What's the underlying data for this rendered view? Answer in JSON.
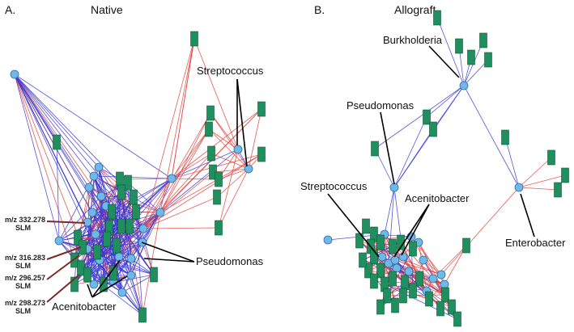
{
  "panels": [
    {
      "letter": "A.",
      "title": "Native",
      "callouts": {
        "streptococcus": "Streptococcus",
        "pseudomonas": "Pseudomonas",
        "acenitobacter": "Acenitobacter"
      },
      "mz_labels": [
        {
          "mz": "m/z 332.278",
          "sub": "SLM"
        },
        {
          "mz": "m/z 316.283",
          "sub": "SLM"
        },
        {
          "mz": "m/z 296.257",
          "sub": "SLM"
        },
        {
          "mz": "m/z 298.273",
          "sub": "SLM"
        }
      ]
    },
    {
      "letter": "B.",
      "title": "Allograft",
      "callouts": {
        "burkholderia": "Burkholderia",
        "pseudomonas": "Pseudomonas",
        "streptococcus": "Streptococcus",
        "acenitobacter": "Acenitobacter",
        "enterobacter": "Enterobacter"
      }
    }
  ],
  "legend_colors": {
    "taxon_node": "#6fb8e8",
    "metabolite_node": "#1f8f5f",
    "positive_edge": "#3a36d8",
    "negative_edge": "#e0403a"
  }
}
